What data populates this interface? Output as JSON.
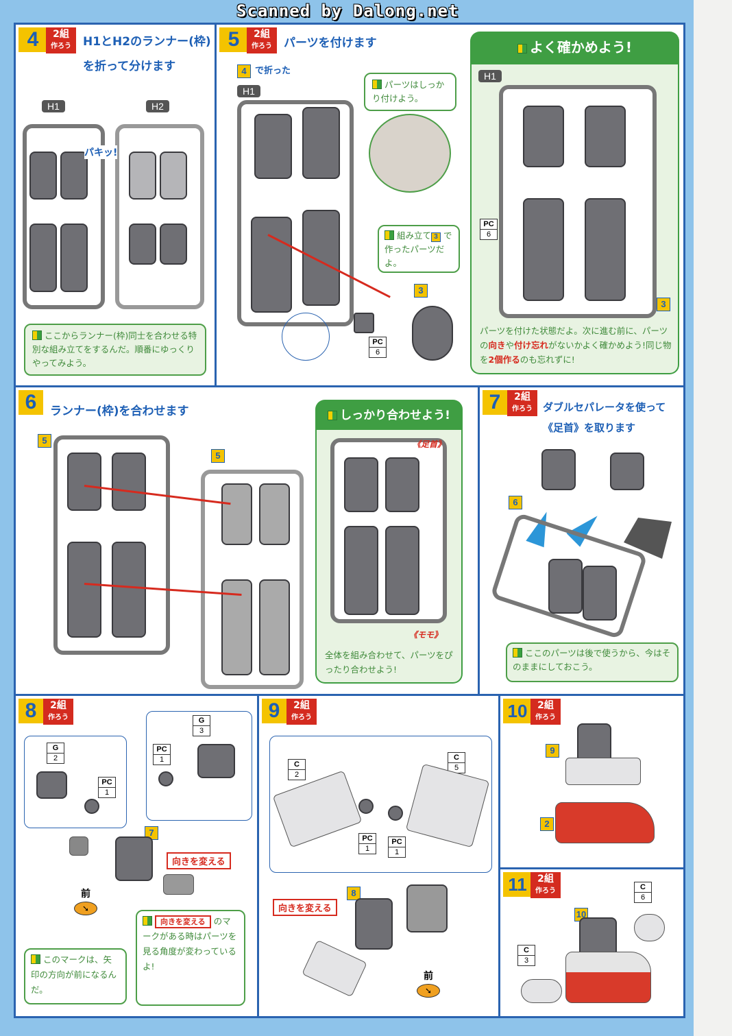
{
  "watermark": "Scanned by Dalong.net",
  "badge": {
    "line1": "2組",
    "line2": "作ろう"
  },
  "step4": {
    "num": "4",
    "title1": "H1とH2のランナー(枠)",
    "title2": "を折って分けます",
    "runner_h1": "H1",
    "runner_h2": "H2",
    "callout": "パキッ!",
    "note": "ここからランナー(枠)同士を合わせる特別な組み立てをするんだ。順番にゆっくりやってみよう。"
  },
  "step5": {
    "num": "5",
    "title": "パーツを付けます",
    "ref_num": "4",
    "ref_text": "で折った",
    "runner": "H1",
    "tip1": "パーツはしっかり付けよう。",
    "tip2_a": "組み立て",
    "tip2_ref": "3",
    "tip2_b": "で作ったパーツだよ。",
    "part_ref": "3",
    "pc_label": "PC",
    "pc_num": "6",
    "check_title": "よく確かめよう!",
    "check_runner": "H1",
    "check_pc": "PC",
    "check_pc_num": "6",
    "check_ref": "3",
    "check_note_1": "パーツを付けた状態だよ。次に進む前に、パーツの",
    "check_note_red1": "向き",
    "check_note_2": "や",
    "check_note_red2": "付け忘れ",
    "check_note_3": "がないかよく確かめよう!同じ物を",
    "check_note_red3": "2個作る",
    "check_note_4": "のも忘れずに!"
  },
  "step6": {
    "num": "6",
    "title": "ランナー(枠)を合わせます",
    "ref_left": "5",
    "ref_right": "5",
    "check_title": "しっかり合わせよう!",
    "label_ashikubi": "《足首》",
    "label_momo": "《モモ》",
    "note": "全体を組み合わせて、パーツをぴったり合わせよう!"
  },
  "step7": {
    "num": "7",
    "title1": "ダブルセパレータを使って",
    "title2": "《足首》を取ります",
    "ref": "6",
    "note": "ここのパーツは後で使うから、今はそのままにしておこう。"
  },
  "step8": {
    "num": "8",
    "g_label": "G",
    "g2": "2",
    "g3": "3",
    "pc": "PC",
    "pc_num": "1",
    "ref": "7",
    "turn": "向きを変える",
    "front": "前",
    "note1": "このマークは、矢印の方向が前になるんだ。",
    "note2_tag": "向きを変える",
    "note2": "のマークがある時はパーツを見る角度が変わっているよ!"
  },
  "step9": {
    "num": "9",
    "c_label": "C",
    "c2": "2",
    "c5": "5",
    "pc": "PC",
    "pc_num": "1",
    "ref": "8",
    "turn": "向きを変える",
    "front": "前"
  },
  "step10": {
    "num": "10",
    "ref_top": "9",
    "ref_bottom": "2"
  },
  "step11": {
    "num": "11",
    "ref": "10",
    "c_label": "C",
    "c6": "6",
    "c3": "3"
  }
}
